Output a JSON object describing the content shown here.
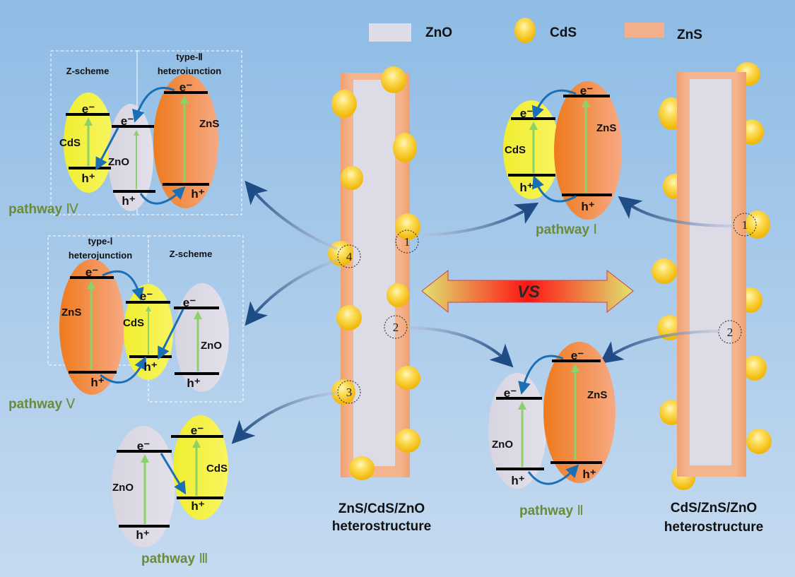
{
  "legend": [
    {
      "label": "ZnO",
      "material": "ZnO"
    },
    {
      "label": "CdS",
      "material": "CdS"
    },
    {
      "label": "ZnS",
      "material": "ZnS"
    }
  ],
  "colors": {
    "background_top": "#8fbde6",
    "background_bottom": "#c3d9ef",
    "ZnO": "#dcdae6",
    "CdS": "#f4f23a",
    "ZnS": "#f08a3a",
    "ZnS_shell": "#f2b08a",
    "excitation_arrow": "#8cd26a",
    "transfer_arrow": "#1a6fb5",
    "pathway_label": "#6b8a3a",
    "vs_center": "#ff1a1a",
    "vs_ends": "#e0e070"
  },
  "structures": {
    "left": {
      "line1": "ZnS/CdS/ZnO",
      "line2": "heterostructure",
      "sites": [
        "1",
        "2",
        "3",
        "4"
      ]
    },
    "right": {
      "line1": "CdS/ZnS/ZnO",
      "line2": "heterostructure",
      "sites": [
        "1",
        "2"
      ]
    }
  },
  "vs_label": "VS",
  "pathways": {
    "p1": {
      "label": "pathway",
      "numeral": "Ⅰ",
      "materials": [
        "CdS",
        "ZnS"
      ]
    },
    "p2": {
      "label": "pathway",
      "numeral": "Ⅱ",
      "materials": [
        "ZnO",
        "ZnS"
      ]
    },
    "p3": {
      "label": "pathway",
      "numeral": "Ⅲ",
      "materials": [
        "ZnO",
        "CdS"
      ]
    },
    "p4": {
      "label": "pathway",
      "numeral": "Ⅳ",
      "materials": [
        "CdS",
        "ZnO",
        "ZnS"
      ],
      "box_left_title": "Z-scheme",
      "box_right_title_1": "type-Ⅱ",
      "box_right_title_2": "heterojunction"
    },
    "p5": {
      "label": "pathway",
      "numeral": "Ⅴ",
      "materials": [
        "ZnS",
        "CdS",
        "ZnO"
      ],
      "box_left_title_1": "type-Ⅰ",
      "box_left_title_2": "heterojunction",
      "box_right_title": "Z-scheme"
    }
  },
  "carriers": {
    "electron": "e⁻",
    "hole": "h⁺"
  }
}
